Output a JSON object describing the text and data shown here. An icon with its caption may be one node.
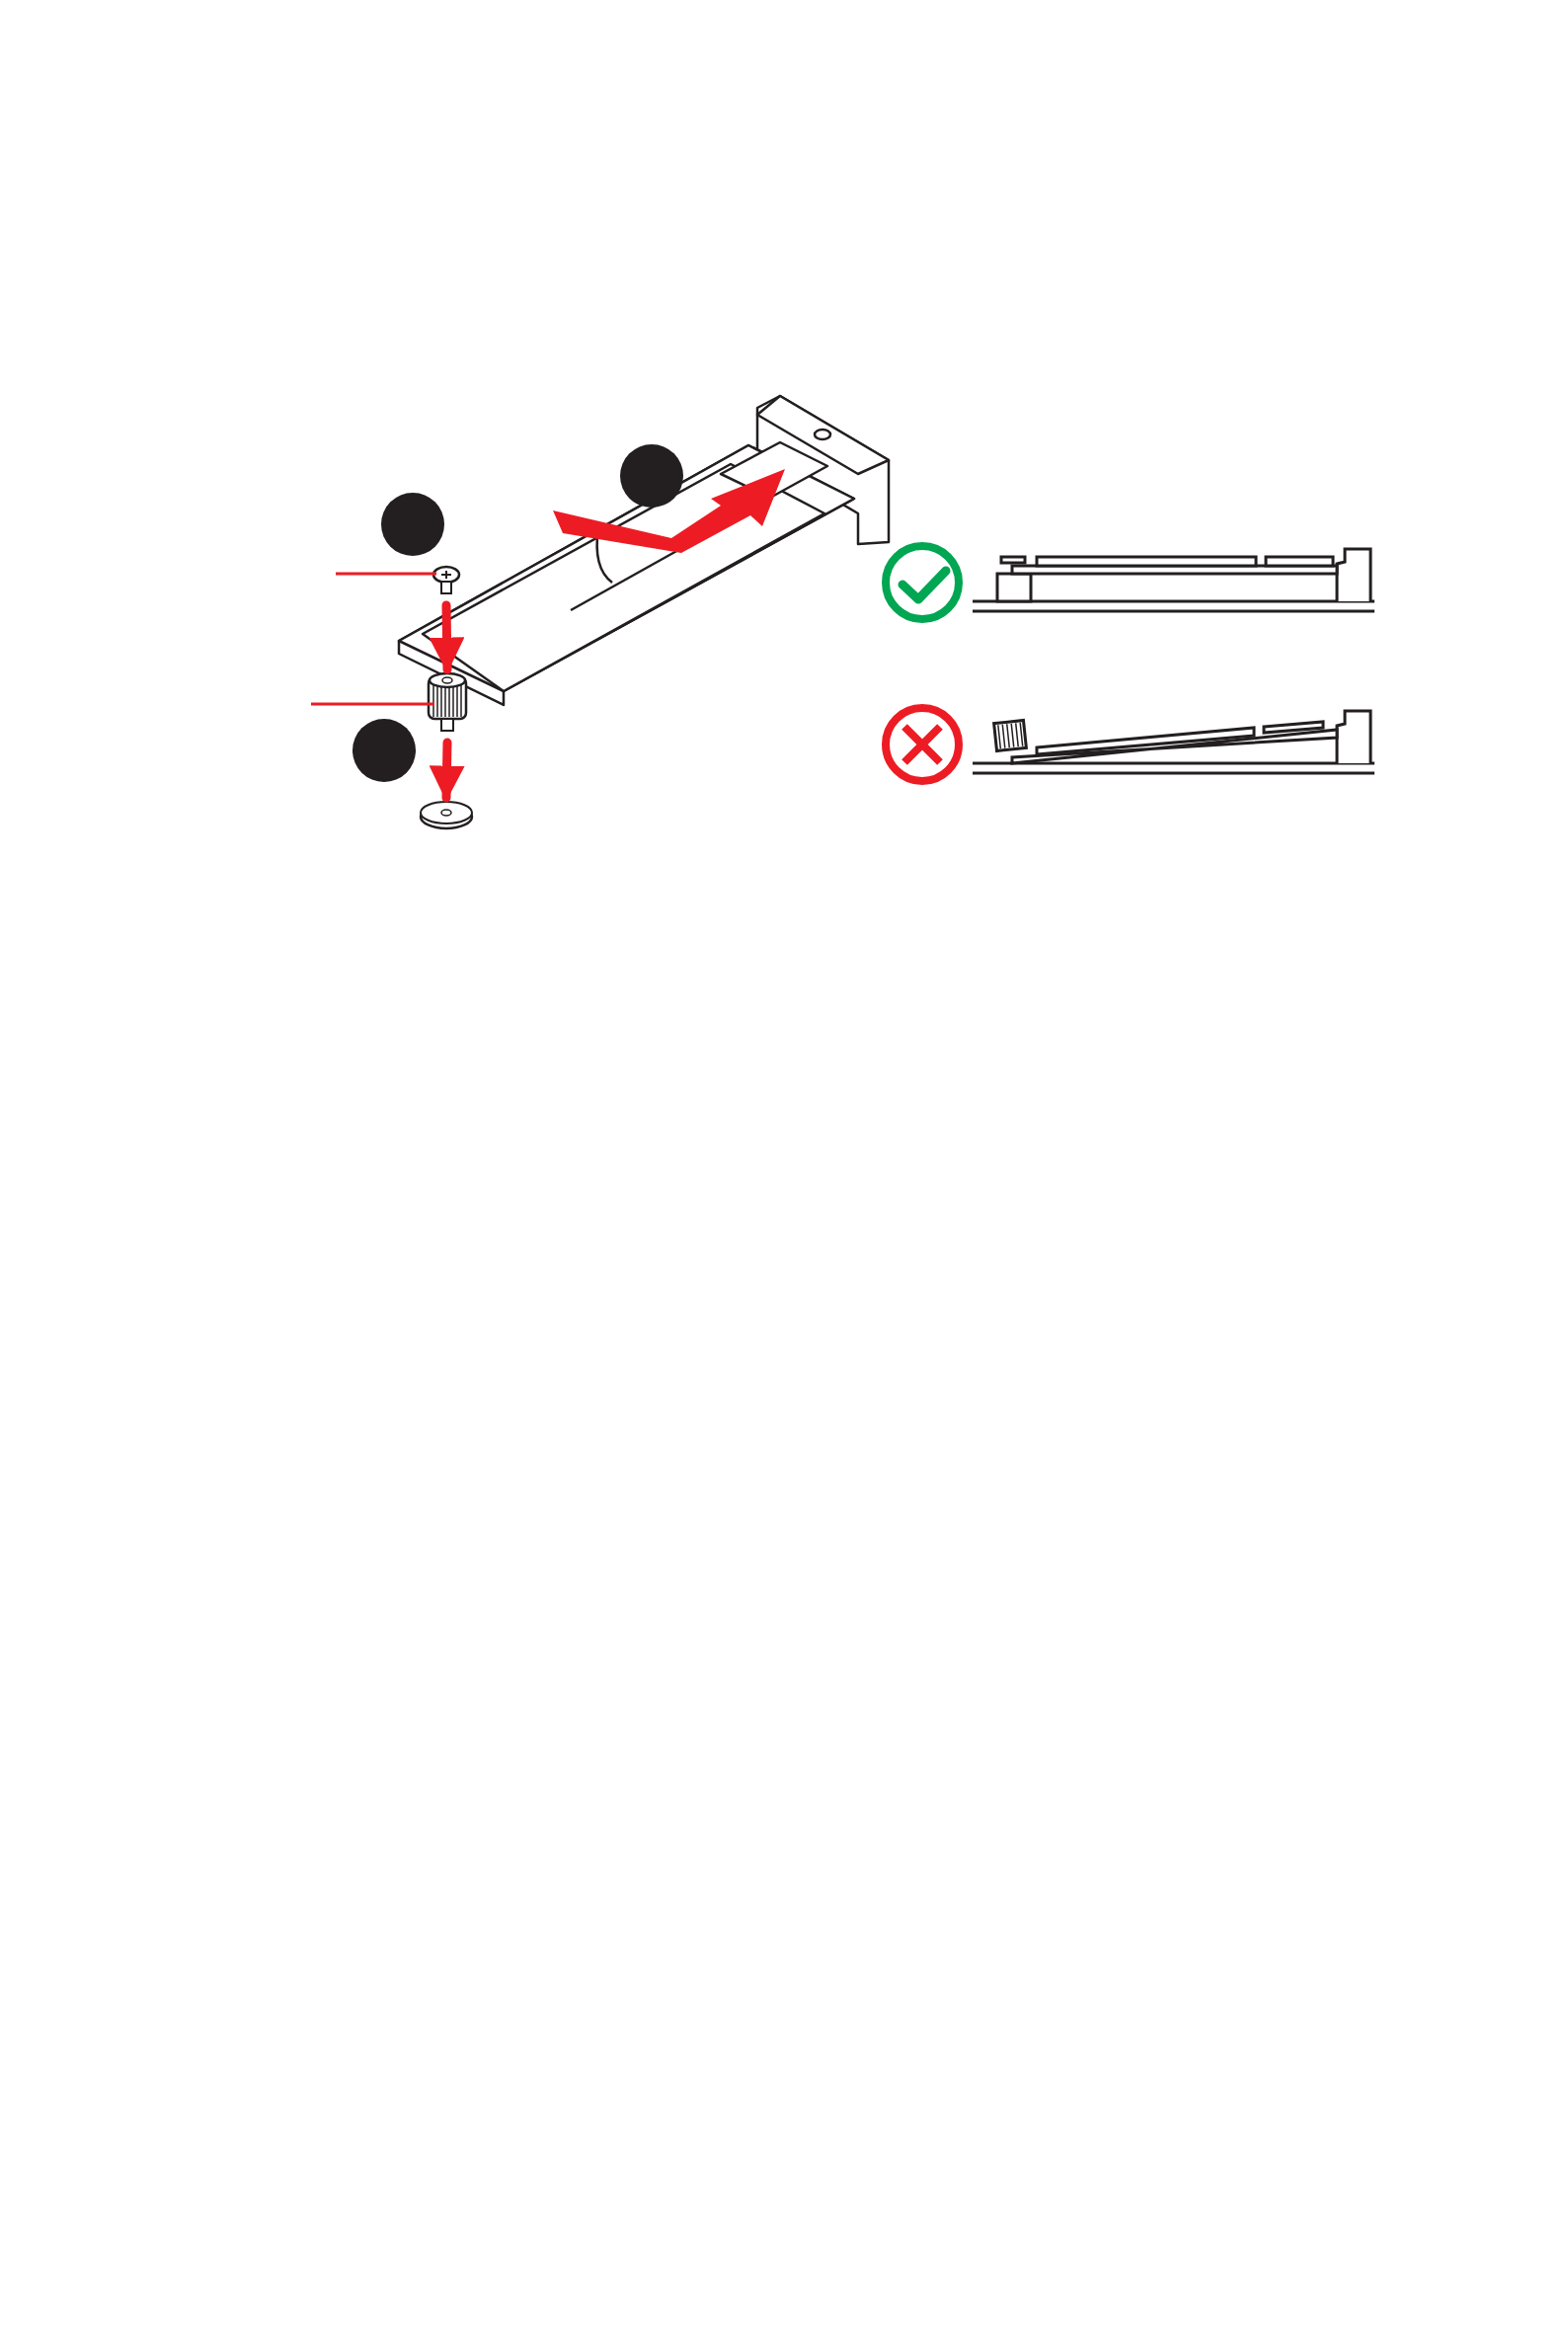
{
  "diagram": {
    "nodes": [
      {
        "text": [],
        "shape": "circle"
      },
      {
        "text": [],
        "shape": "circle"
      },
      {
        "text": [],
        "shape": "circle"
      },
      {
        "text": [],
        "shape": "picture"
      },
      {
        "text": [],
        "shape": "picture"
      },
      {
        "text": [],
        "shape": "picture"
      }
    ],
    "edges": [
      {
        "from": 3,
        "to": 4,
        "arrow": "to",
        "style": "thick"
      },
      {
        "from": 4,
        "to": 5,
        "arrow": "to",
        "style": "thick"
      },
      {
        "from": null,
        "to": 3,
        "arrow": "none"
      },
      {
        "from": null,
        "to": 4,
        "arrow": "none"
      }
    ]
  }
}
